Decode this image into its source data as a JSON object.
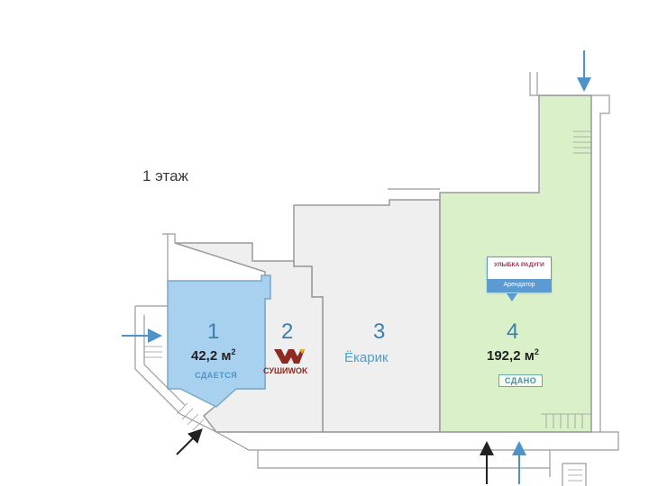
{
  "floor": {
    "title": "1 этаж"
  },
  "units": [
    {
      "number": "1",
      "area": "42,2 м",
      "area_unit_sup": "2",
      "status": "СДАЕТСЯ",
      "fill": "#a8d0ef"
    },
    {
      "number": "2",
      "tenant_logo": "СУШИWOK",
      "fill": "#efefef"
    },
    {
      "number": "3",
      "tenant_logo": "Ёкарик",
      "fill": "#efefef"
    },
    {
      "number": "4",
      "area": "192,2 м",
      "area_unit_sup": "2",
      "status": "СДАНО",
      "fill": "#d9f0c8",
      "tenant_card": {
        "brand": "УЛЫБКА РАДУГИ",
        "label": "Арендатор"
      }
    }
  ],
  "entrances": [
    {
      "color": "#4d93c9",
      "direction": "right",
      "position": "left of unit 1"
    },
    {
      "color": "#222222",
      "direction": "up-right",
      "position": "bottom-left stairs"
    },
    {
      "color": "#222222",
      "direction": "up",
      "position": "bottom between unit 3 and 4"
    },
    {
      "color": "#4d93c9",
      "direction": "up",
      "position": "bottom of unit 4"
    },
    {
      "color": "#4d93c9",
      "direction": "down",
      "position": "top of unit 4"
    }
  ],
  "colors": {
    "wall": "#9a9a9a",
    "blue_arrow": "#4d93c9",
    "black_arrow": "#222222"
  }
}
